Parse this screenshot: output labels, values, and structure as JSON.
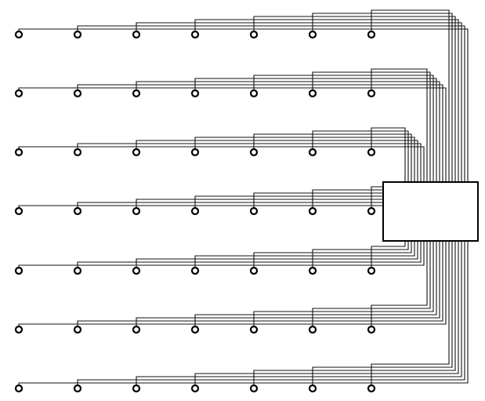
{
  "diagram": {
    "type": "wiring-diagram",
    "rows": 7,
    "terminals_per_row": 7,
    "hub_label": "",
    "colors": {
      "background": "#ffffff",
      "wire": "#111111",
      "terminal": "#000000",
      "hub_border": "#000000"
    }
  }
}
